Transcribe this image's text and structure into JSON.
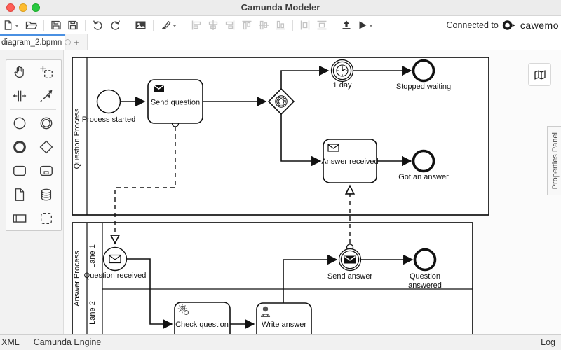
{
  "window": {
    "title": "Camunda Modeler"
  },
  "toolbar": {
    "connected_label": "Connected to",
    "brand": "cawemo",
    "icons": [
      "new-file",
      "open-file",
      "save",
      "save-as",
      "undo",
      "redo",
      "export-image",
      "format-painter",
      "align-left",
      "align-center",
      "align-right",
      "align-top",
      "align-middle",
      "align-bottom",
      "distribute-horizontally",
      "distribute-vertically",
      "deploy",
      "start-instance"
    ]
  },
  "tabbar": {
    "active_tab": "diagram_2.bpmn",
    "new_tab_label": "+"
  },
  "palette": {
    "tools": [
      "hand-tool",
      "lasso-tool",
      "space-tool",
      "global-connect-tool",
      "start-event",
      "intermediate-event",
      "end-event",
      "gateway",
      "task",
      "subprocess",
      "data-object",
      "data-store",
      "participant",
      "group"
    ]
  },
  "diagram": {
    "pool_question": {
      "label": "Question Process"
    },
    "pool_answer": {
      "label": "Answer Process",
      "lane1": "Lane 1",
      "lane2": "Lane 2"
    },
    "labels": {
      "process_started": "Process started",
      "send_question": "Send question",
      "one_day": "1 day",
      "stopped_waiting": "Stopped waiting",
      "answer_received": "Answer received",
      "got_an_answer": "Got an answer",
      "question_received": "Question received",
      "check_question": "Check question",
      "write_answer": "Write answer",
      "send_answer": "Send answer",
      "question_answered_line1": "Question",
      "question_answered_line2": "answered"
    }
  },
  "properties_panel": {
    "label": "Properties Panel"
  },
  "statusbar": {
    "xml": "XML",
    "engine": "Camunda Engine",
    "log": "Log"
  },
  "colors": {
    "active_tab_accent": "#4a90e2",
    "traffic_red": "#ff5f57",
    "traffic_yellow": "#febc2e",
    "traffic_green": "#28c840"
  }
}
